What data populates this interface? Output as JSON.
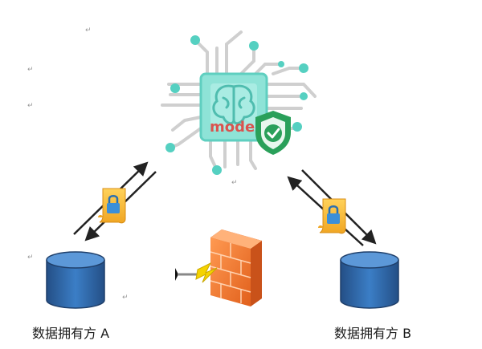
{
  "diagram": {
    "model_label": "model",
    "owners": [
      {
        "label": "数据拥有方 A"
      },
      {
        "label": "数据拥有方 B"
      }
    ],
    "return_mark": "↵",
    "colors": {
      "chip_fill": "#8ee3d7",
      "chip_border": "#5fcfc0",
      "circuit": "#cfcfcf",
      "node": "#55d0c1",
      "model_text": "#d9534f",
      "shield": "#2aa05a",
      "database": "#2f6aa8",
      "lock_doc": "#f2b632",
      "firewall": "#f07b2e",
      "arrow": "#222222"
    },
    "icons": [
      "ai-chip-icon",
      "shield-check-icon",
      "lock-document-icon",
      "database-icon",
      "firewall-icon",
      "lightning-icon"
    ]
  }
}
